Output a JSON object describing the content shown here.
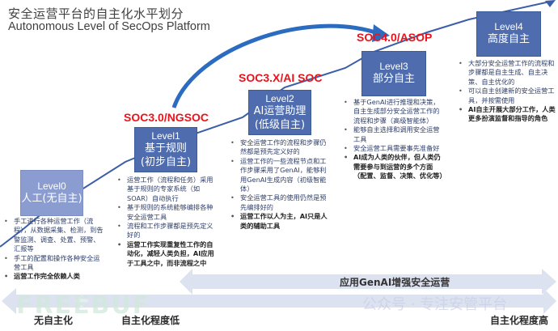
{
  "title": {
    "cn": "安全运营平台的自主化水平划分",
    "en": "Autonomous Level of SecOps Platform"
  },
  "colors": {
    "box": "#4f6dae",
    "box_light": "#8a9cd0",
    "soc_label": "#e8141b",
    "arrow_band": "#dde2f0",
    "staircase_line": "#3b5ea8"
  },
  "levels": [
    {
      "level": "Level0",
      "name": "人工(无自主)",
      "soc": "",
      "points": [
        {
          "text": "手工进行各种运营工作（流程），从数据采集、检测，到告警监测、调查、处置、预警、汇报等",
          "bold": false
        },
        {
          "text": "手工的配置和操作各种安全运营工具",
          "bold": false
        },
        {
          "text": "运营工作完全依赖人类",
          "bold": true
        }
      ]
    },
    {
      "level": "Level1",
      "name": "基于规则",
      "name2": "(初步自主)",
      "soc": "SOC3.0/NGSOC",
      "points": [
        {
          "text": "运营工作（流程和任务）采用基于规则的专家系统（如SOAR）自动执行",
          "bold": false
        },
        {
          "text": "基于规则的系统能够编排各种安全运营工具",
          "bold": false
        },
        {
          "text": "流程和工作步骤都是预先定义好的",
          "bold": false
        },
        {
          "text": "运营工作实现重复性工作的自动化，减轻人类负担，AI应用于工具之中，而非流程之中",
          "bold": true
        }
      ]
    },
    {
      "level": "Level2",
      "name": "AI运营助理",
      "name2": "(低级自主)",
      "soc": "SOC3.X/AI SOC",
      "points": [
        {
          "text": "安全运营工作的流程和步骤仍然都是预先定义好的",
          "bold": false
        },
        {
          "text": "运营工作的一些流程节点和工作步骤采用了GenAI，能够利用GenAI生成内容（初级智能体）",
          "bold": false
        },
        {
          "text": "安全运营工具的使用仍然是预先编排好的",
          "bold": false
        },
        {
          "text": "运营工作以人为主，AI只是人类的辅助工具",
          "bold": true
        }
      ]
    },
    {
      "level": "Level3",
      "name": "部分自主",
      "soc": "SOC4.0/ASOP",
      "points": [
        {
          "text": "基于GenAI进行推理和决策，自主生成部分安全运营工作的流程和步骤（高级智能体）",
          "bold": false
        },
        {
          "text": "能够自主选择和调用安全运营工具",
          "bold": false
        },
        {
          "text": "安全运营工具需要事先准备好",
          "bold": false
        },
        {
          "text": "AI成为人类的伙伴，但人类仍需要参与到运营的多个方面（配置、监督、决策、优化等）",
          "bold": true
        }
      ]
    },
    {
      "level": "Level4",
      "name": "高度自主",
      "soc": "",
      "points": [
        {
          "text": "大部分安全运营工作的流程和步骤都是自主生成、自主决策、自主优化的",
          "bold": false
        },
        {
          "text": "可以自主创建新的安全运营工具，并按需使用",
          "bold": false
        },
        {
          "text": "AI自主开展大部分工作，人类更多扮演监督和指导的角色",
          "bold": true
        }
      ]
    }
  ],
  "bottom": {
    "genai_band": "应用GenAI增强安全运营",
    "scale_labels": [
      "无自主化",
      "自主化程度低",
      "自主化程度高"
    ]
  },
  "watermarks": {
    "left": "FREEBUF",
    "right": "公众号 · 专注安管平台"
  }
}
